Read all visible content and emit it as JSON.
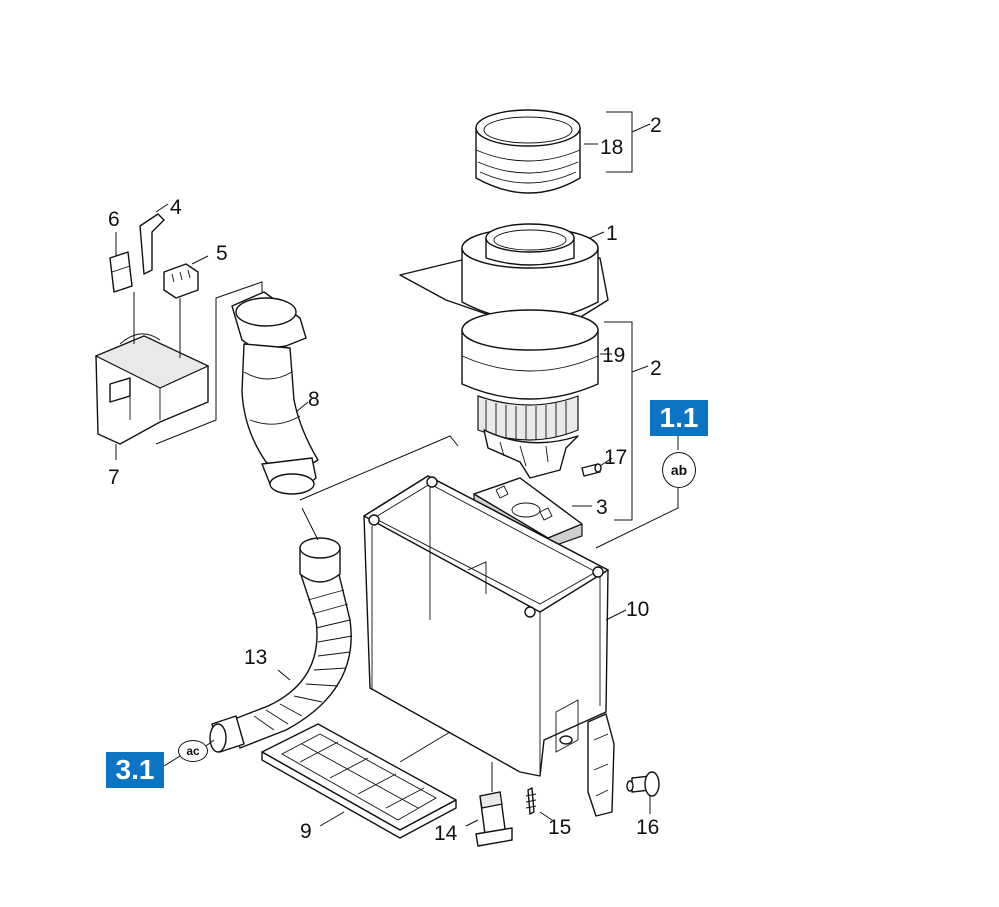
{
  "callouts": {
    "c1": "1",
    "c2a": "2",
    "c2b": "2",
    "c3": "3",
    "c4": "4",
    "c5": "5",
    "c6": "6",
    "c7": "7",
    "c8": "8",
    "c9": "9",
    "c10": "10",
    "c13": "13",
    "c14": "14",
    "c15": "15",
    "c16": "16",
    "c17": "17",
    "c18": "18",
    "c19": "19"
  },
  "section_refs": {
    "ref_1_1": "1.1",
    "ref_3_1": "3.1"
  },
  "symbols": {
    "ab": "ab",
    "ac": "ac"
  },
  "colors": {
    "section_box": "#0b74c5",
    "line": "#111111"
  }
}
